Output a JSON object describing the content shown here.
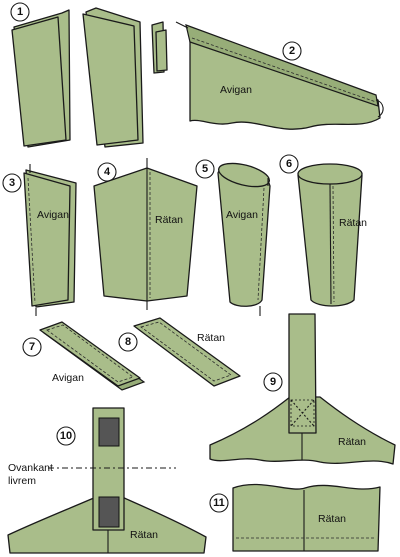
{
  "steps": {
    "s1": "1",
    "s2": "2",
    "s3": "3",
    "s4": "4",
    "s5": "5",
    "s6": "6",
    "s7": "7",
    "s8": "8",
    "s9": "9",
    "s10": "10",
    "s11": "11"
  },
  "labels": {
    "l2": "Avigan",
    "l3": "Avigan",
    "l4": "Rätan",
    "l5": "Avigan",
    "l6": "Rätan",
    "l7": "Avigan",
    "l8": "Rätan",
    "l9": "Rätan",
    "l10a": "Ovankant",
    "l10b": "livrem",
    "l10c": "Rätan",
    "l11": "Rätan"
  },
  "colors": {
    "fabric": "#a9bd8a",
    "outline": "#1a1a1a",
    "patch": "#555555"
  }
}
